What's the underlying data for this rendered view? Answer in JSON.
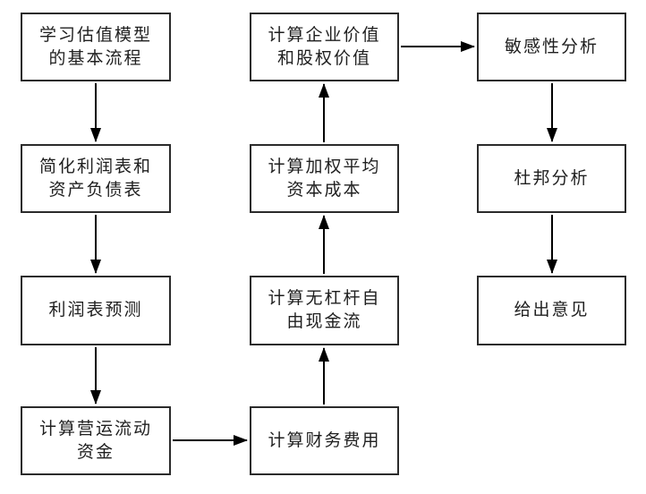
{
  "diagram": {
    "type": "flowchart",
    "background_color": "#ffffff",
    "box_border_color": "#2b2b2b",
    "arrow_color": "#000000",
    "nodes": [
      {
        "id": "learn-basic-process",
        "label": "学习估值模型\n的基本流程",
        "column": 1,
        "row": 1
      },
      {
        "id": "simplify-statements",
        "label": "简化利润表和\n资产负债表",
        "column": 1,
        "row": 2
      },
      {
        "id": "income-statement-forecast",
        "label": "利润表预测",
        "column": 1,
        "row": 3
      },
      {
        "id": "working-capital",
        "label": "计算营运流动\n资金",
        "column": 1,
        "row": 4
      },
      {
        "id": "financial-expenses",
        "label": "计算财务费用",
        "column": 2,
        "row": 4
      },
      {
        "id": "unlevered-fcf",
        "label": "计算无杠杆自\n由现金流",
        "column": 2,
        "row": 3
      },
      {
        "id": "wacc",
        "label": "计算加权平均\n资本成本",
        "column": 2,
        "row": 2
      },
      {
        "id": "ev-equity-value",
        "label": "计算企业价值\n和股权价值",
        "column": 2,
        "row": 1
      },
      {
        "id": "sensitivity-analysis",
        "label": "敏感性分析",
        "column": 3,
        "row": 1
      },
      {
        "id": "dupont-analysis",
        "label": "杜邦分析",
        "column": 3,
        "row": 2
      },
      {
        "id": "give-opinion",
        "label": "给出意见",
        "column": 3,
        "row": 3
      }
    ],
    "edges": [
      {
        "from": "learn-basic-process",
        "to": "simplify-statements",
        "direction": "down"
      },
      {
        "from": "simplify-statements",
        "to": "income-statement-forecast",
        "direction": "down"
      },
      {
        "from": "income-statement-forecast",
        "to": "working-capital",
        "direction": "down"
      },
      {
        "from": "working-capital",
        "to": "financial-expenses",
        "direction": "right"
      },
      {
        "from": "financial-expenses",
        "to": "unlevered-fcf",
        "direction": "up"
      },
      {
        "from": "unlevered-fcf",
        "to": "wacc",
        "direction": "up"
      },
      {
        "from": "wacc",
        "to": "ev-equity-value",
        "direction": "up"
      },
      {
        "from": "ev-equity-value",
        "to": "sensitivity-analysis",
        "direction": "right"
      },
      {
        "from": "sensitivity-analysis",
        "to": "dupont-analysis",
        "direction": "down"
      },
      {
        "from": "dupont-analysis",
        "to": "give-opinion",
        "direction": "down"
      }
    ]
  }
}
